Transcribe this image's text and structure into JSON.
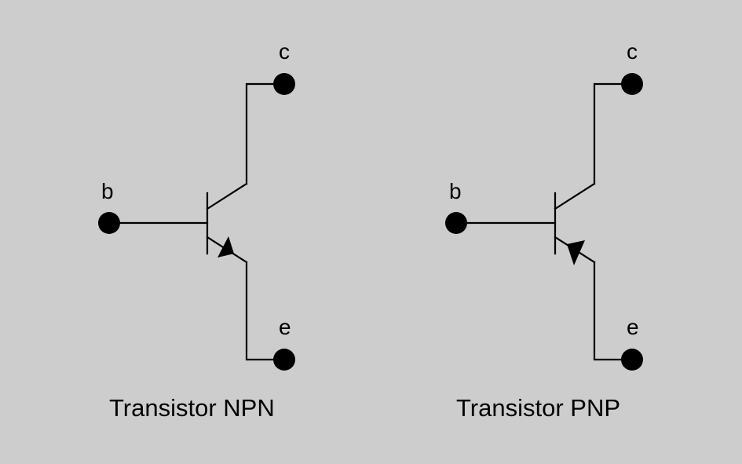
{
  "background_color": "#cdcdcd",
  "line_color": "#000000",
  "npn": {
    "caption": "Transistor NPN",
    "collector_label": "c",
    "base_label": "b",
    "emitter_label": "e",
    "arrow_direction": "outward"
  },
  "pnp": {
    "caption": "Transistor PNP",
    "collector_label": "c",
    "base_label": "b",
    "emitter_label": "e",
    "arrow_direction": "inward"
  }
}
